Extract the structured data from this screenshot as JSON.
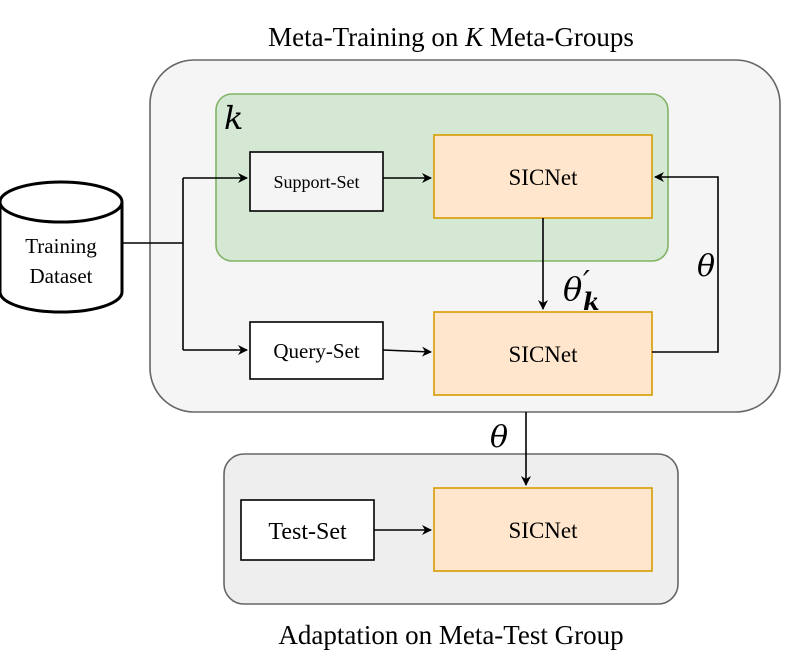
{
  "meta_training": {
    "title_prefix": "Meta-Training on ",
    "title_var": "K",
    "title_suffix": " Meta-Groups",
    "group_label": "k"
  },
  "training_dataset": {
    "line1": "Training",
    "line2": "Dataset"
  },
  "support_set": "Support-Set",
  "query_set": "Query-Set",
  "test_set": "Test-Set",
  "sicnet_label": "SICNet",
  "theta": "θ",
  "theta_prime_base": "θ",
  "theta_prime_mark": "′",
  "theta_prime_sub": "k",
  "adaptation_title": "Adaptation on Meta-Test Group",
  "colors": {
    "outer_panel_fill": "#f5f5f5",
    "outer_panel_stroke": "#666666",
    "group_fill": "#d5e8d4",
    "group_stroke": "#82b366",
    "sicnet_fill": "#ffe6cc",
    "sicnet_stroke": "#d79b00",
    "set_fill": "#f5f5f5",
    "adapt_fill": "#eeeeee"
  }
}
